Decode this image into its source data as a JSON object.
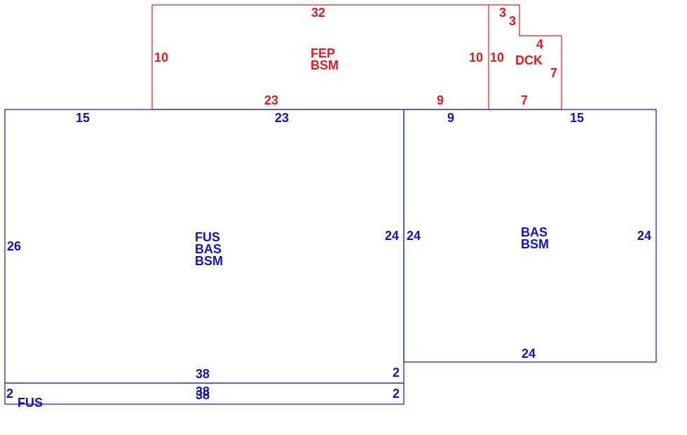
{
  "colors": {
    "red": "#e31a1c",
    "blue": "#0c14c4",
    "background": "#ffffff"
  },
  "areas": {
    "fep": {
      "line1": "FEP",
      "line2": "BSM"
    },
    "dck": {
      "label": "DCK"
    },
    "main": {
      "line1": "FUS",
      "line2": "BAS",
      "line3": "BSM"
    },
    "right": {
      "line1": "BAS",
      "line2": "BSM"
    },
    "strip": {
      "label": "FUS"
    }
  },
  "dimensions": {
    "fep_top": "32",
    "fep_left": "10",
    "fep_right": "10",
    "fep_bottom_a": "23",
    "fep_bottom_b": "9",
    "dck_top_a": "3",
    "dck_top_b": "3",
    "dck_step": "4",
    "dck_left": "10",
    "dck_right": "7",
    "dck_bottom": "7",
    "main_top_a": "15",
    "main_top_b": "23",
    "main_left": "26",
    "main_right": "24",
    "main_bottom": "38",
    "main_bottom_right": "2",
    "right_top_a": "9",
    "right_top_b": "15",
    "right_left": "24",
    "right_right": "24",
    "right_bottom": "24",
    "strip_top_a": "38",
    "strip_top_b": "38",
    "strip_left": "2",
    "strip_right": "2"
  }
}
